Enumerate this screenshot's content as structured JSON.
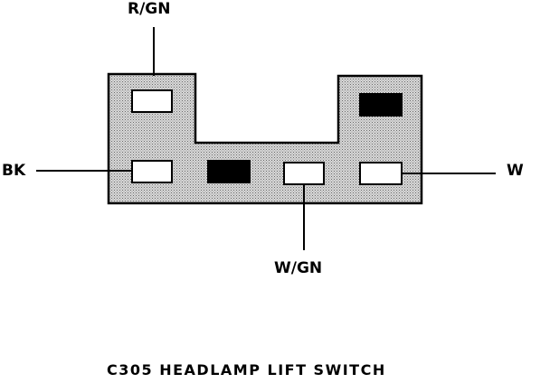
{
  "wires": {
    "top": "R/GN",
    "left": "BK",
    "right": "W",
    "bottom": "W/GN"
  },
  "caption": "C305 HEADLAMP LIFT SWITCH",
  "colors": {
    "connector_fill": "#c9c9c9",
    "outline": "#000000",
    "open_cavity": "#ffffff",
    "plugged_cavity": "#000000"
  }
}
